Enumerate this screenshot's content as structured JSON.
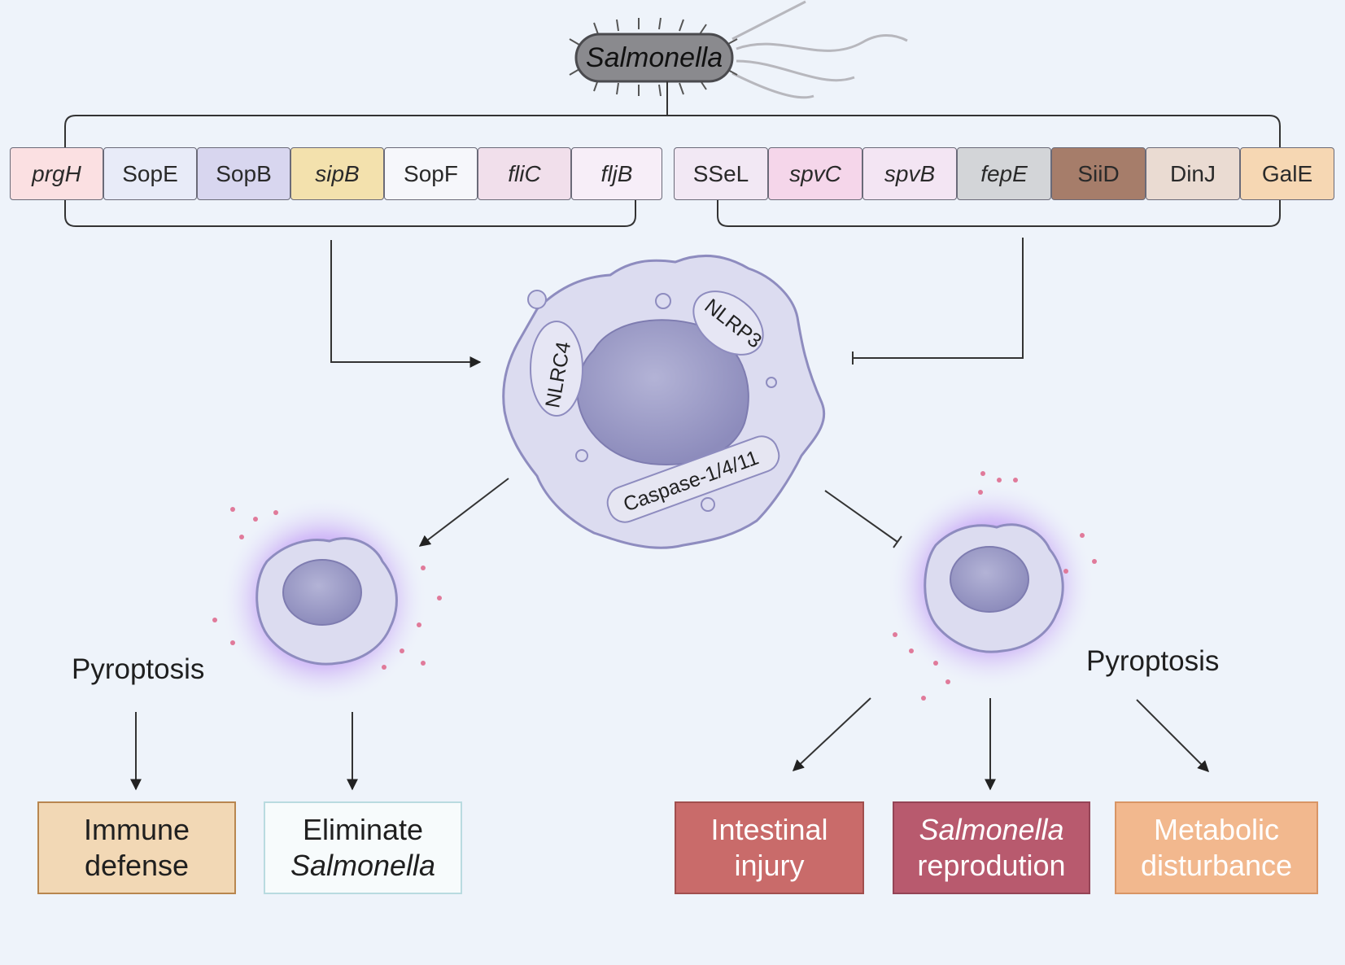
{
  "bacterium": {
    "label": "Salmonella"
  },
  "genes_left": [
    {
      "label": "prgH",
      "italic": true,
      "color": "#fbe0e2"
    },
    {
      "label": "SopE",
      "italic": false,
      "color": "#e8ebf8"
    },
    {
      "label": "SopB",
      "italic": false,
      "color": "#d8d6ef"
    },
    {
      "label": "sipB",
      "italic": true,
      "color": "#f3e1ad"
    },
    {
      "label": "SopF",
      "italic": false,
      "color": "#f6f7fb"
    },
    {
      "label": "fliC",
      "italic": true,
      "color": "#f1dfeb"
    },
    {
      "label": "fljB",
      "italic": true,
      "color": "#f7eef8"
    }
  ],
  "genes_right": [
    {
      "label": "SSeL",
      "italic": false,
      "color": "#f2e8f4"
    },
    {
      "label": "spvC",
      "italic": true,
      "color": "#f5d6ea"
    },
    {
      "label": "spvB",
      "italic": true,
      "color": "#f3e5f3"
    },
    {
      "label": "fepE",
      "italic": true,
      "color": "#d3d5d8"
    },
    {
      "label": "SiiD",
      "italic": false,
      "color": "#a67d6a"
    },
    {
      "label": "DinJ",
      "italic": false,
      "color": "#eadbd2"
    },
    {
      "label": "GalE",
      "italic": false,
      "color": "#f6d7b3"
    }
  ],
  "cell": {
    "nlrc4": "NLRC4",
    "nlrp3": "NLRP3",
    "caspase": "Caspase-1/4/11"
  },
  "left_branch": {
    "pyroptosis": "Pyroptosis"
  },
  "right_branch": {
    "pyroptosis": "Pyroptosis"
  },
  "outcomes": {
    "immune": {
      "line1": "Immune",
      "line2": "defense",
      "color": "#f2d8b5"
    },
    "eliminate": {
      "line1": "Eliminate",
      "line2": "Salmonella",
      "color": "#f7fbfc"
    },
    "intestinal": {
      "line1": "Intestinal",
      "line2": "injury",
      "color": "#c96b6a"
    },
    "reproduction": {
      "line1": "Salmonella",
      "line2": "reprodution",
      "color": "#b85a6e"
    },
    "metabolic": {
      "line1": "Metabolic",
      "line2": "disturbance",
      "color": "#f2b88e"
    }
  }
}
